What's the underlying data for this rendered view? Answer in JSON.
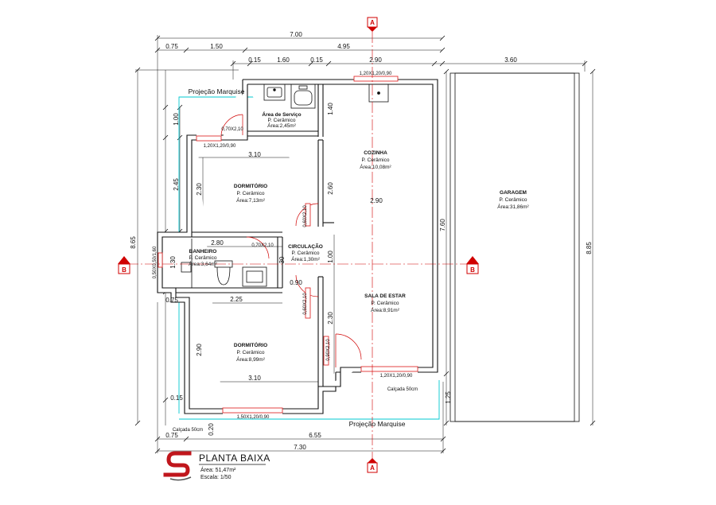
{
  "dims": {
    "top_total": "7.00",
    "top_075": "0.75",
    "top_150": "1.50",
    "top_495": "4.95",
    "row3_015a": "0.15",
    "row3_160": "1.60",
    "row3_015b": "0.15",
    "row3_290": "2.90",
    "row3_360": "3.60",
    "left_100": "1.00",
    "left_245": "2.45",
    "left_130": "1.30",
    "left_865": "8.65",
    "left_290": "2.90",
    "d_310a": "3.10",
    "d_230": "2.30",
    "d_280": "2.80",
    "d_260": "2.60",
    "d_140": "1.40",
    "d_290k": "2.90",
    "d_100": "1.00",
    "d_030": "30",
    "d_090": "0.90",
    "d_225": "2.25",
    "d_290b": "2.90",
    "d_310b": "3.10",
    "d_230s": "2.30",
    "d_015": "0.15",
    "d_075l": "0.75",
    "right_760": "7.60",
    "right_885": "8.85",
    "right_125": "1.25",
    "bot_075": "0.75",
    "bot_655": "6.55",
    "bot_730": "7.30",
    "bot_020": "0.20"
  },
  "rooms": {
    "servico": {
      "name": "Área de Serviço",
      "floor": "P. Cerâmico",
      "area": "Área:2,45m²"
    },
    "cozinha": {
      "name": "COZINHA",
      "floor": "P. Cerâmico",
      "area": "Área:10,08m²"
    },
    "garagem": {
      "name": "GARAGEM",
      "floor": "P. Cerâmico",
      "area": "Área:31,86m²"
    },
    "dorm1": {
      "name": "DORMITÓRIO",
      "floor": "P. Cerâmico",
      "area": "Área:7,13m²"
    },
    "banheiro": {
      "name": "BANHEIRO",
      "floor": "P. Cerâmico",
      "area": "Área:3,64m²"
    },
    "circulacao": {
      "name": "CIRCULAÇÃO",
      "floor": "P. Cerâmico",
      "area": "Área:1,30m²"
    },
    "sala": {
      "name": "SALA DE ESTAR",
      "floor": "P. Cerâmico",
      "area": "Área:8,91m²"
    },
    "dorm2": {
      "name": "DORMITÓRIO",
      "floor": "P. Cerâmico",
      "area": "Área:8,99m²"
    }
  },
  "openings": {
    "w_cozinha": "1,20X1,20/0,90",
    "w_dorm1": "1,20X1,20/0,90",
    "d_servico": "0,70X2,10",
    "d_banheiro": "0,70X2,10",
    "w_banheiro": "0,50X0,50/1,60",
    "d_dorm1": "0,60X2,10",
    "d_dorm2": "0,60X2,10",
    "d_sala": "0,90X2,10",
    "w_sala": "1,20X1,20/0,90",
    "w_dorm2": "1,50X1,20/0,90"
  },
  "labels": {
    "projecao_top": "Projeção Marquise",
    "projecao_bottom": "Projeção Marquise",
    "calcada_right": "Calçada 50cm",
    "calcada_left": "Calçada 50cm",
    "cut_a": "A",
    "cut_b": "B"
  },
  "title": {
    "name": "PLANTA BAIXA",
    "area": "Área: 51,47m²",
    "scale": "Escala: 1/50"
  },
  "colors": {
    "cut": "#d00000",
    "projection": "#00c8d2",
    "window": "#e03030"
  }
}
